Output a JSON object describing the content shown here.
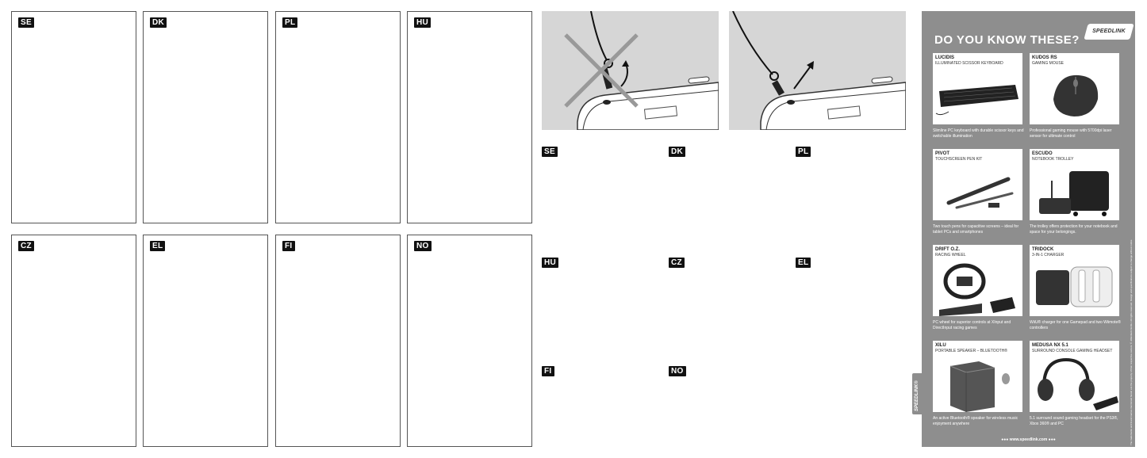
{
  "panels_top": [
    "SE",
    "DK",
    "PL",
    "HU"
  ],
  "panels_bottom": [
    "CZ",
    "EL",
    "FI",
    "NO"
  ],
  "middle_codes": [
    "SE",
    "DK",
    "PL",
    "HU",
    "CZ",
    "EL",
    "FI",
    "NO"
  ],
  "catalog": {
    "title": "DO YOU KNOW THESE?",
    "logo": "SPEEDLINK",
    "side_tab": "SPEEDLINK®",
    "url": "●●● www.speedlink.com ●●●",
    "products": [
      {
        "name": "LUCIDIS",
        "sub": "ILLUMINATED SCISSOR KEYBOARD",
        "desc": "Slimline PC keyboard with durable scissor keys and switchable illumination",
        "icon": "keyboard-icon"
      },
      {
        "name": "KUDOS RS",
        "sub": "GAMING MOUSE",
        "desc": "Professional gaming mouse with 5700dpi laser sensor for ultimate control",
        "icon": "mouse-icon"
      },
      {
        "name": "PIVOT",
        "sub": "TOUCHSCREEN PEN KIT",
        "desc": "Two touch pens for capacitive screens – ideal for tablet PCs and smartphones",
        "icon": "pen-icon"
      },
      {
        "name": "ESCUDO",
        "sub": "NOTEBOOK TROLLEY",
        "desc": "The trolley offers protection for your notebook and space for your belongings.",
        "icon": "trolley-icon"
      },
      {
        "name": "DRIFT O.Z.",
        "sub": "RACING WHEEL",
        "desc": "PC wheel for superior controls at XInput and DirectInput racing games",
        "icon": "wheel-icon"
      },
      {
        "name": "TRIDOCK",
        "sub": "3-IN-1 CHARGER",
        "desc": "WiiU® charger for one Gamepad and two Wiimote® controllers",
        "icon": "charger-icon"
      },
      {
        "name": "XILU",
        "sub": "PORTABLE SPEAKER – BLUETOOTH®",
        "desc": "An active Bluetooth® speaker for wireless music enjoyment anywhere",
        "icon": "speaker-icon"
      },
      {
        "name": "MEDUSA NX 5.1",
        "sub": "SURROUND CONSOLE GAMING HEADSET",
        "desc": "5.1 surround sound gaming headset for the PS3®, Xbox 360® and PC",
        "icon": "headset-icon"
      }
    ],
    "fine_print": "The trademarks and brand names mentioned herein are the property of their respective owners. © Jöllenbeck GmbH. All rights reserved. Design and specifications subject to change without notice."
  }
}
